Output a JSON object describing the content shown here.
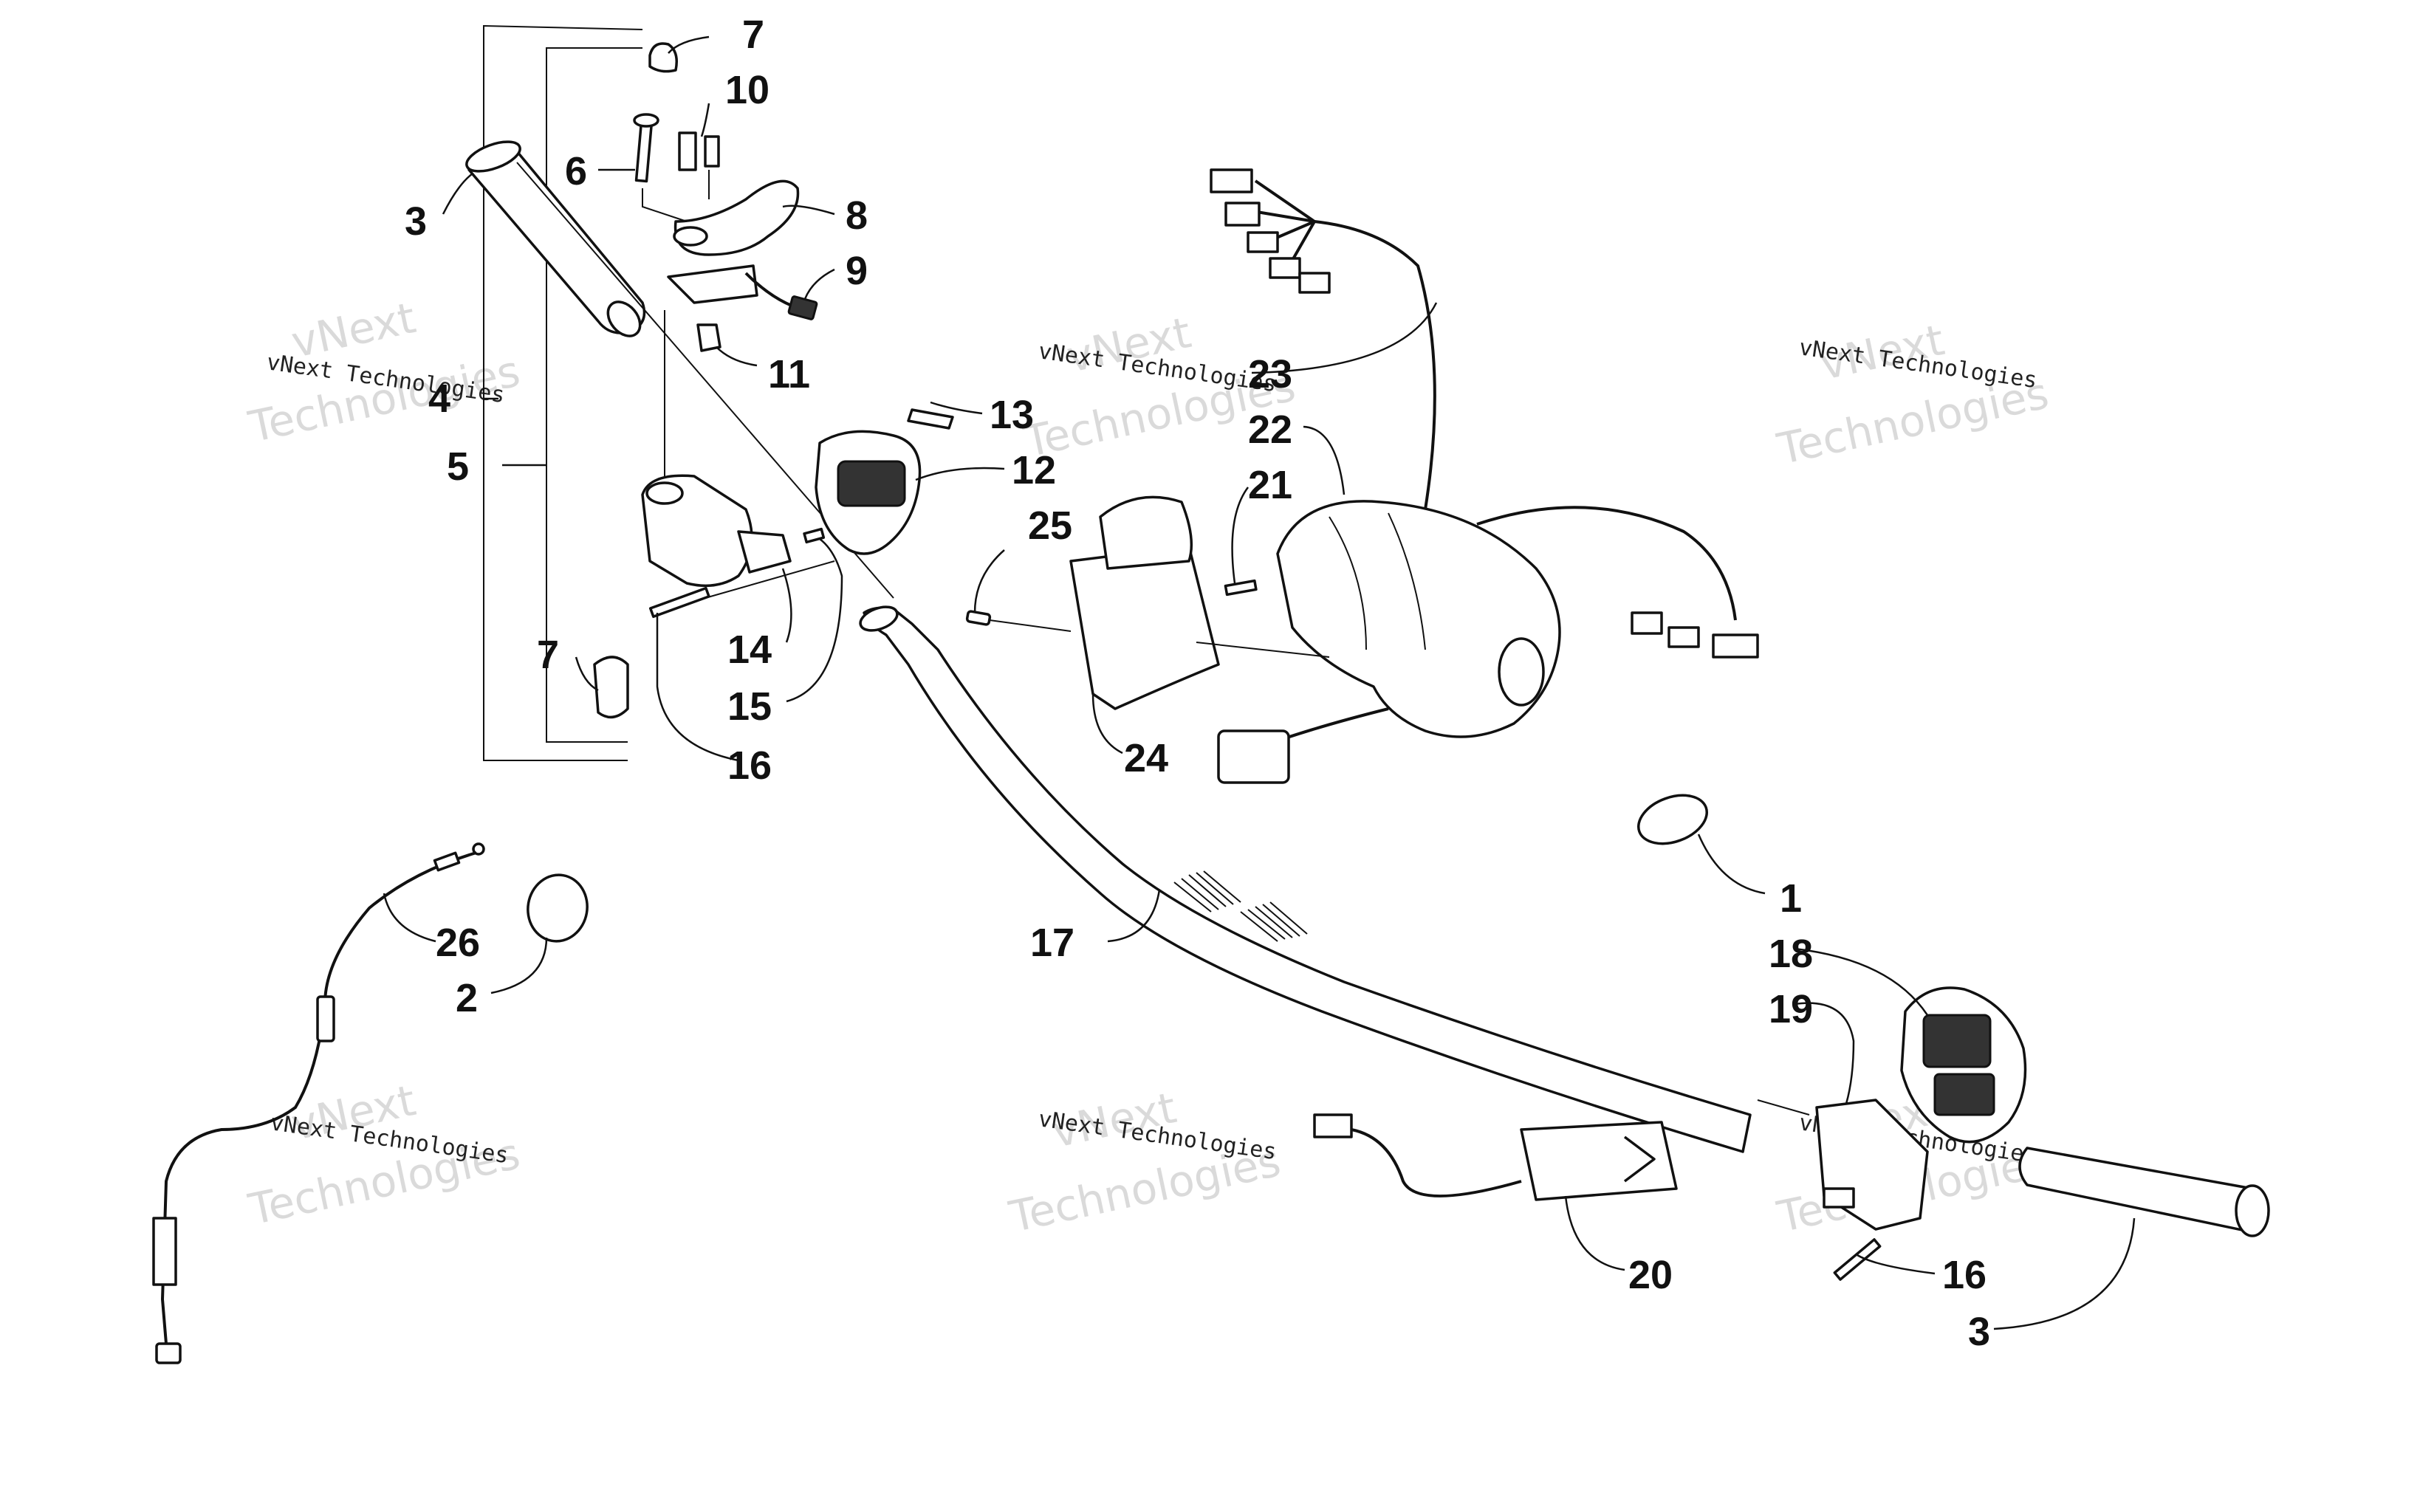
{
  "watermark": {
    "line1": "vNext",
    "line2": "vNext Technologies",
    "line3": "Technologies"
  },
  "callouts": {
    "c1": "1",
    "c2": "2",
    "c3a": "3",
    "c3b": "3",
    "c4": "4",
    "c5": "5",
    "c6": "6",
    "c7a": "7",
    "c7b": "7",
    "c8": "8",
    "c9": "9",
    "c10": "10",
    "c11": "11",
    "c12": "12",
    "c13": "13",
    "c14": "14",
    "c15": "15",
    "c16a": "16",
    "c16b": "16",
    "c17": "17",
    "c18": "18",
    "c19": "19",
    "c20": "20",
    "c21": "21",
    "c22": "22",
    "c23": "23",
    "c24": "24",
    "c25": "25",
    "c26": "26"
  }
}
